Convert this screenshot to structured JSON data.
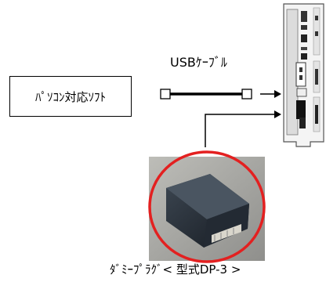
{
  "pc_box": {
    "label": "ﾊﾟｿｺﾝ対応ｿﾌﾄ"
  },
  "cable": {
    "label": "USBｹｰﾌﾞﾙ"
  },
  "dummy_plug": {
    "label": "ﾀﾞﾐｰﾌﾟﾗｸﾞ< 型式DP-3 >"
  },
  "colors": {
    "highlight_circle": "#e32020",
    "lines": "#000000"
  }
}
